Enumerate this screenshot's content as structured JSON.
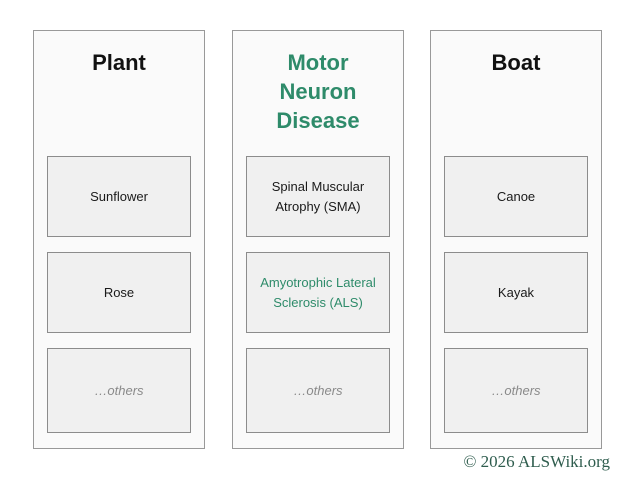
{
  "diagram": {
    "columns": [
      {
        "title": "Plant",
        "items": [
          {
            "label": "Sunflower"
          },
          {
            "label": "Rose"
          },
          {
            "label": "…others"
          }
        ]
      },
      {
        "title": "Motor Neuron Disease",
        "items": [
          {
            "label": "Spinal Muscular Atrophy (SMA)"
          },
          {
            "label": "Amyotrophic Lateral Sclerosis (ALS)"
          },
          {
            "label": "…others"
          }
        ]
      },
      {
        "title": "Boat",
        "items": [
          {
            "label": "Canoe"
          },
          {
            "label": "Kayak"
          },
          {
            "label": "…others"
          }
        ]
      }
    ],
    "footer": "© 2026 ALSWiki.org",
    "colors": {
      "accent_green": "#2e8b6a",
      "footer_green": "#2f5d4e",
      "muted_gray": "#8a8a8a",
      "card_background": "#fafafa",
      "item_background": "#f0f0f0",
      "border_gray": "#999999"
    }
  }
}
